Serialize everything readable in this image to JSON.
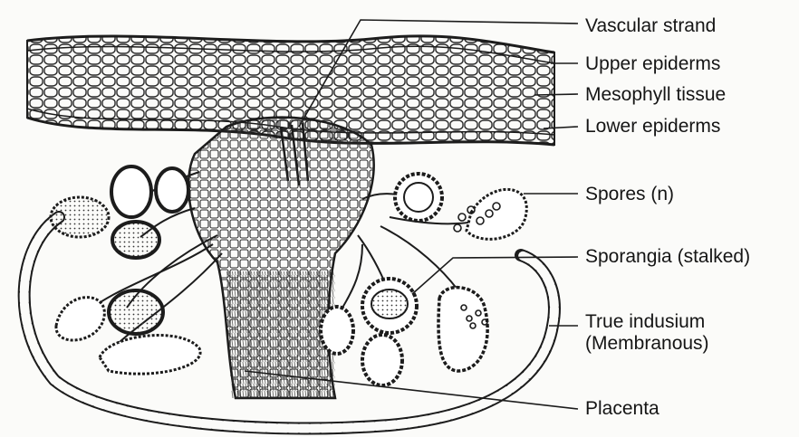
{
  "labels": {
    "vascular_strand": "Vascular strand",
    "upper_epiderms": "Upper epiderms",
    "mesophyll_tissue": "Mesophyll tissue",
    "lower_epiderms": "Lower epiderms",
    "spores": "Spores (n)",
    "sporangia": "Sporangia (stalked)",
    "true_indusium_line1": "True indusium",
    "true_indusium_line2": "(Membranous)",
    "placenta": "Placenta"
  },
  "colors": {
    "ink": "#1c1c1c",
    "paper": "#fbfbf9"
  }
}
